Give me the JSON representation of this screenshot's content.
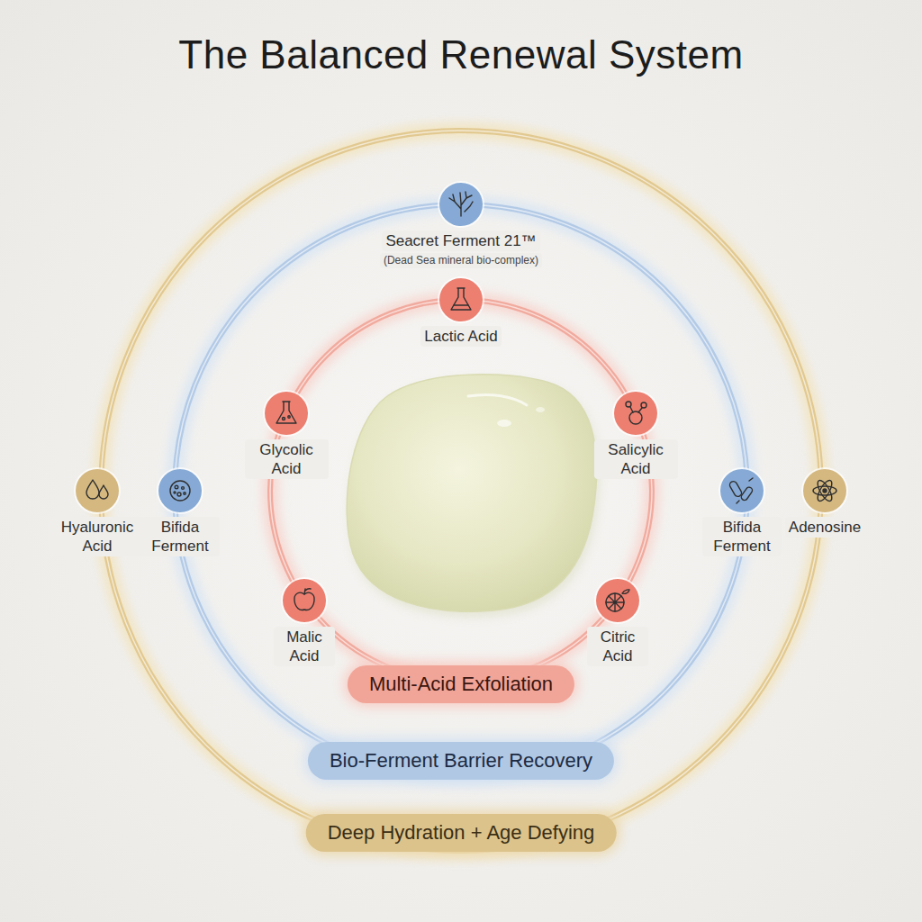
{
  "diagram": {
    "title": "The Balanced Renewal System",
    "nodes": [
      {
        "text": [
          "Deep Hydration + Age Defying"
        ]
      },
      {
        "text": [
          "Hyaluronic Acid"
        ],
        "in": 0
      },
      {
        "text": [
          "Adenosine"
        ],
        "in": 0
      },
      {
        "text": [
          "Bio-Ferment Barrier Recovery"
        ],
        "in": 0
      },
      {
        "text": [
          "Seacret Ferment 21™",
          "(Dead Sea mineral bio-complex)"
        ],
        "in": 3
      },
      {
        "text": [
          "Bifida Ferment"
        ],
        "in": 3
      },
      {
        "text": [
          "Bifida Ferment"
        ],
        "in": 3
      },
      {
        "text": [
          "Multi-Acid Exfoliation"
        ],
        "in": 3
      },
      {
        "text": [
          "Lactic Acid"
        ],
        "in": 7
      },
      {
        "text": [
          "Glycolic Acid"
        ],
        "in": 7
      },
      {
        "text": [
          "Salicylic Acid"
        ],
        "in": 7
      },
      {
        "text": [
          "Malic Acid"
        ],
        "in": 7
      },
      {
        "text": [
          "Citric Acid"
        ],
        "in": 7
      }
    ]
  }
}
